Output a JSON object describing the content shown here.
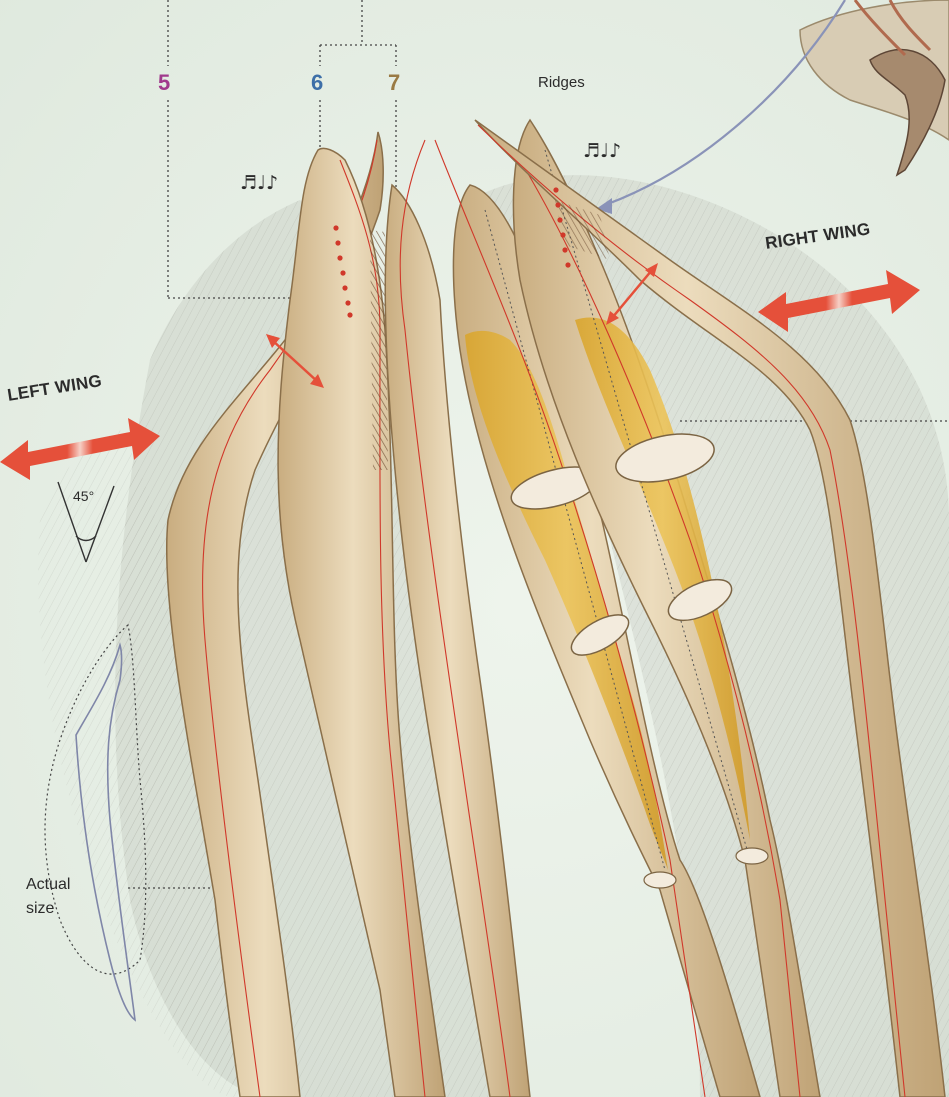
{
  "labels": {
    "feather_5": "5",
    "feather_6": "6",
    "feather_7": "7",
    "ridges": "Ridges",
    "left_wing": "LEFT WING",
    "right_wing": "RIGHT WING",
    "angle": "45°",
    "actual_size_line1": "Actual",
    "actual_size_line2": "size",
    "music_notes_left": "♬♩♪",
    "music_notes_right": "♬♩♪"
  },
  "colors": {
    "background": "#e6f0e4",
    "feather": "#dcc6a0",
    "feather_shadow": "#b99a6a",
    "hollow_fill": "#e2b540",
    "red_guide": "#d0382a",
    "arrow": "#e5503a",
    "label_5": "#a03a8c",
    "label_6": "#3d6fa8",
    "label_7": "#9a7a44",
    "pointer": "#8a93b8"
  },
  "icons": {
    "left_wing_arrow": "double-headed-arrow-icon",
    "right_wing_arrow": "double-headed-arrow-icon",
    "vibration_arrow": "small-double-arrow-icon",
    "sound": "music-notes-icon"
  }
}
